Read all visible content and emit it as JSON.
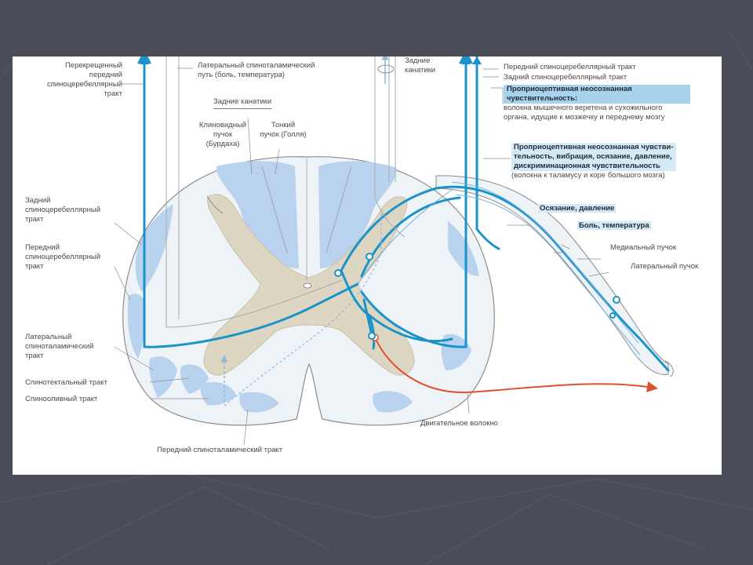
{
  "slide": {
    "background": "#4a4d57",
    "panel_background": "#ffffff"
  },
  "colors": {
    "tract_fill": "#b9d2ee",
    "white_matter": "#eef3f8",
    "gray_matter": "#ddd6c3",
    "fiber": "#1b93c9",
    "motor_fiber": "#e0502a",
    "highlight": "#a9d2ec"
  },
  "labels": {
    "crossed_anterior": [
      "Перекрещенный",
      "передний",
      "спиноцеребеллярный",
      "тракт"
    ],
    "lateral_spinothalamic_path": [
      "Латеральный спиноталамический",
      "путь (боль, температура)"
    ],
    "posterior_columns_top": [
      "Задние",
      "канатики"
    ],
    "anterior_spinocerebellar_right": "Передний спиноцеребеллярный тракт",
    "posterior_spinocerebellar_right": "Задний спиноцеребеллярный тракт",
    "proprio_unconscious": [
      "Проприоцептивная неосознанная",
      "чувствительность:"
    ],
    "proprio_unconscious_desc": [
      "волокна мышечного веретена и сухожильного",
      "органа, идущие к мозжечку и переднему мозгу"
    ],
    "proprio_conscious": [
      "Проприоцептивная неосознанная чувстви-",
      "тельность, вибрация, осязание, давление,",
      "дискриминационная чувствительность"
    ],
    "proprio_conscious_desc": "(волокна к таламусу и коре большого мозга)",
    "touch_pressure": "Осязание, давление",
    "pain_temperature": "Боль, температура",
    "medial_bundle": "Медиальный пучок",
    "lateral_bundle": "Латеральный пучок",
    "posterior_columns": "Задние канатики",
    "cuneate": [
      "Клиновидный",
      "пучок",
      "(Бурдаха)"
    ],
    "gracile": [
      "Тонкий",
      "пучок (Голля)"
    ],
    "posterior_spinocerebellar_left": [
      "Задний",
      "спиноцеребеллярный",
      "тракт"
    ],
    "anterior_spinocerebellar_left": [
      "Передний",
      "спиноцеребеллярный",
      "тракт"
    ],
    "lateral_spinothalamic_left": [
      "Латеральный",
      "спиноталамический",
      "тракт"
    ],
    "spinotectal": "Спинотектальный тракт",
    "spinoolivary": "Спинооливный тракт",
    "anterior_spinothalamic": "Передний спиноталамический тракт",
    "motor_fiber": "Двигательное волокно"
  }
}
